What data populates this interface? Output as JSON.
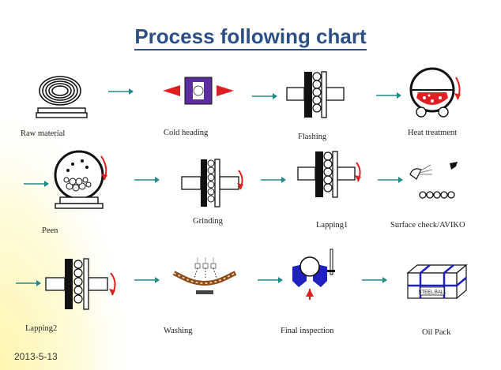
{
  "title": "Process following chart",
  "date": "2013-5-13",
  "steps": [
    {
      "label": "Raw  material",
      "icon": "coil-icon"
    },
    {
      "label": "Cold heading",
      "icon": "cold-heading-die-icon"
    },
    {
      "label": "Flashing",
      "icon": "flashing-plates-icon"
    },
    {
      "label": "Heat treatment",
      "icon": "furnace-drum-icon"
    },
    {
      "label": "Peen",
      "icon": "peen-drum-icon"
    },
    {
      "label": "Grinding",
      "icon": "grinding-plates-icon"
    },
    {
      "label": "Lapping1",
      "icon": "lapping-plates-icon"
    },
    {
      "label": "Surface  check/AVIKO",
      "icon": "camera-inspection-icon"
    },
    {
      "label": "Lapping2",
      "icon": "lapping-plates-icon"
    },
    {
      "label": "Washing",
      "icon": "washing-conveyor-icon"
    },
    {
      "label": "Final inspection",
      "icon": "magnifier-inspection-icon"
    },
    {
      "label": "Oil Pack",
      "icon": "steel-ball-box-icon"
    }
  ],
  "box_text": "STEEL BALL",
  "colors": {
    "title": "#2e4f86",
    "arrow": "#1f8a8a",
    "accent_red": "#e02020",
    "purple": "#5a2ea0",
    "blue": "#2020c0"
  }
}
